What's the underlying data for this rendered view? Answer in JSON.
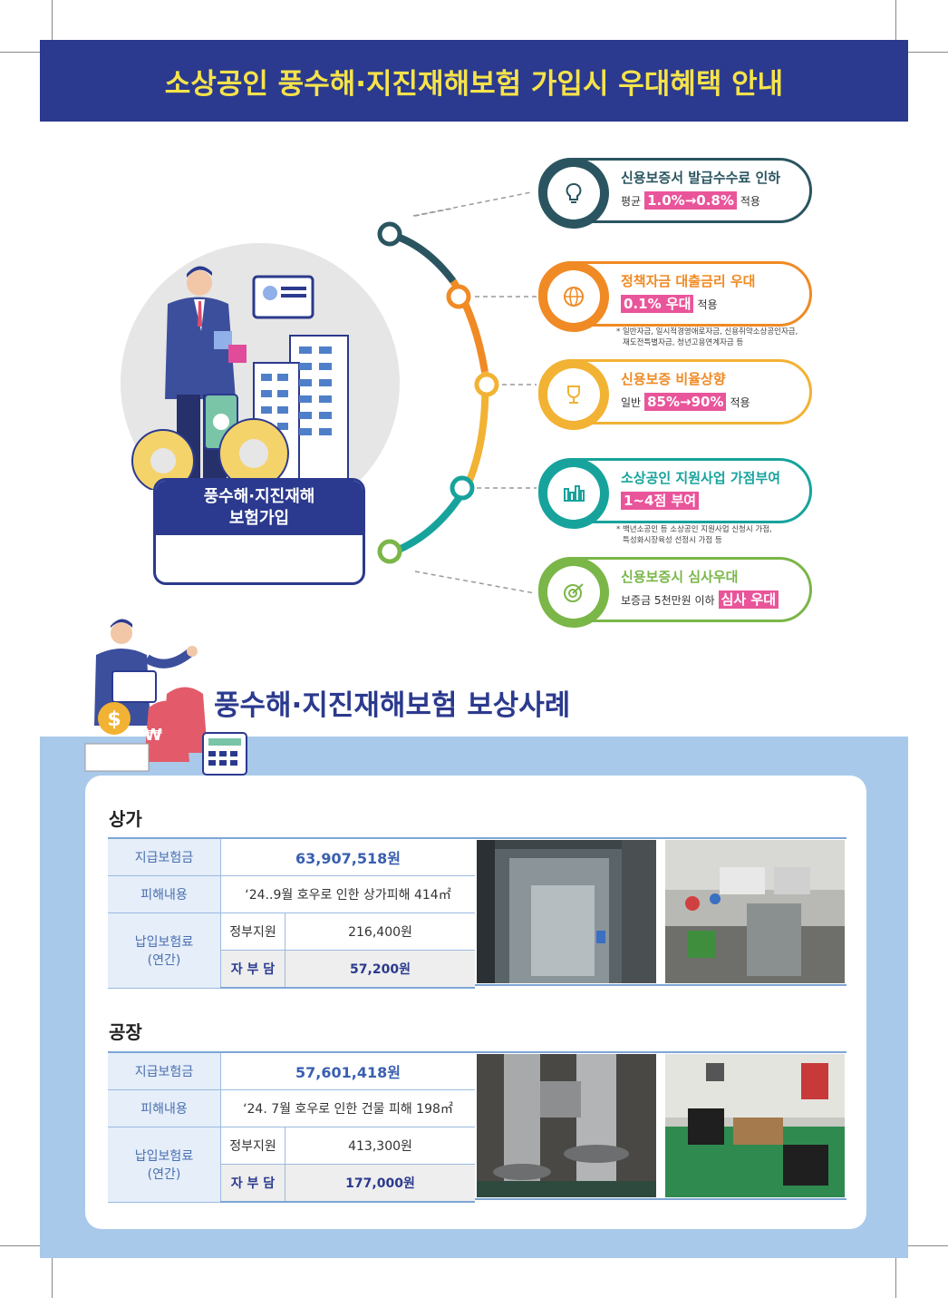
{
  "header": {
    "title": "소상공인 풍수해·지진재해보험 가입시 우대혜택 안내"
  },
  "illustration": {
    "label_line1": "풍수해·지진재해",
    "label_line2": "보험가입"
  },
  "benefits": [
    {
      "title": "신용보증서 발급수수료 인하",
      "prefix": "평균",
      "highlight": "1.0%→0.8%",
      "suffix": "적용",
      "icon": "lightbulb-icon",
      "color": "#2a5560"
    },
    {
      "title": "정책자금 대출금리 우대",
      "prefix": "",
      "highlight": "0.1% 우대",
      "suffix": "적용",
      "icon": "globe-icon",
      "color": "#f08a24",
      "note_line1": "* 일반자금, 일시적경영애로자금, 신용취약소상공인자금,",
      "note_line2": "재도전특별자금, 청년고용연계자금 등"
    },
    {
      "title": "신용보증 비율상향",
      "prefix": "일반",
      "highlight": "85%→90%",
      "suffix": "적용",
      "icon": "trophy-icon",
      "color": "#f2b233"
    },
    {
      "title": "소상공인 지원사업 가점부여",
      "prefix": "",
      "highlight": "1~4점 부여",
      "suffix": "",
      "icon": "bar-chart-icon",
      "color": "#17a39c",
      "note_line1": "* 백년소공인 등 소상공인 지원사업 신청시 가점,",
      "note_line2": "특성화시장육성 선정시 가점 등"
    },
    {
      "title": "신용보증시 심사우대",
      "prefix": "보증금 5천만원 이하",
      "highlight": "심사 우대",
      "suffix": "",
      "icon": "target-icon",
      "color": "#7ab648"
    }
  ],
  "section2": {
    "title": "풍수해·지진재해보험 보상사례"
  },
  "cases": [
    {
      "category": "상가",
      "payout_label": "지급보험금",
      "payout": "63,907,518원",
      "damage_label": "피해내용",
      "damage": "‘24..9월 호우로 인한 상가피해 414㎡",
      "premium_label_line1": "납입보험료",
      "premium_label_line2": "(연간)",
      "gov_label": "정부지원",
      "gov_amount": "216,400원",
      "self_label": "자 부 담",
      "self_amount": "57,200원"
    },
    {
      "category": "공장",
      "payout_label": "지급보험금",
      "payout": "57,601,418원",
      "damage_label": "피해내용",
      "damage": "‘24. 7월 호우로 인한 건물 피해 198㎡",
      "premium_label_line1": "납입보험료",
      "premium_label_line2": "(연간)",
      "gov_label": "정부지원",
      "gov_amount": "413,300원",
      "self_label": "자 부 담",
      "self_amount": "177,000원"
    }
  ],
  "illustration2": {
    "dollar": "$",
    "won": "₩"
  }
}
